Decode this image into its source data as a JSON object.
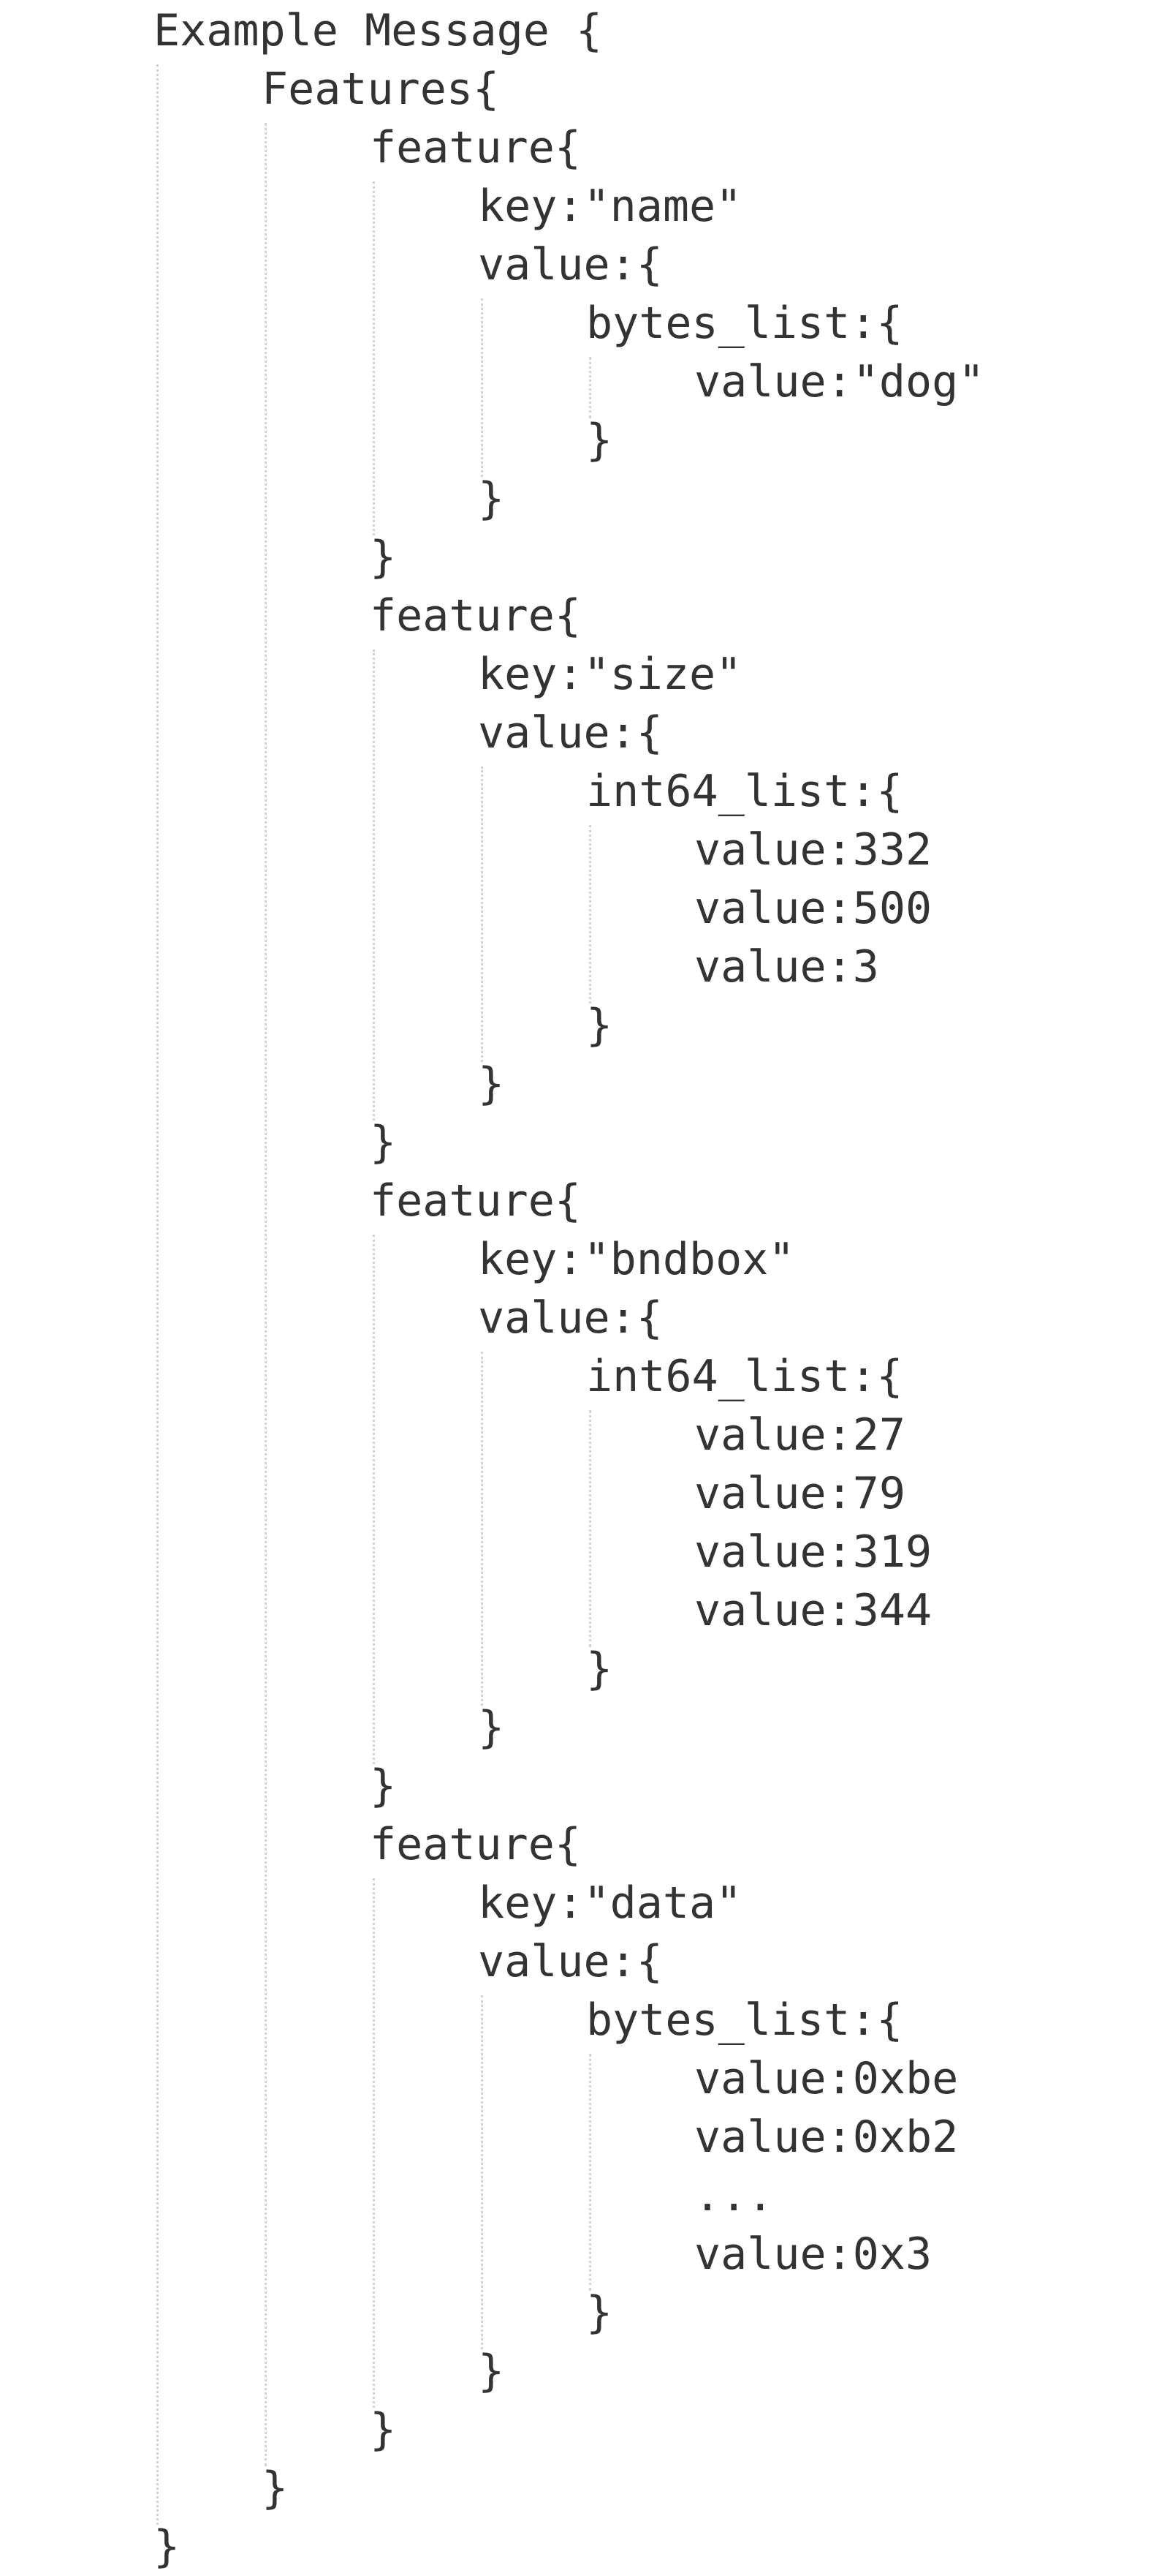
{
  "code": {
    "lines": [
      {
        "text": "Example Message {",
        "indent": 0
      },
      {
        "text": "Features{",
        "indent": 1
      },
      {
        "text": "feature{",
        "indent": 2
      },
      {
        "text": "key:\"name\"",
        "indent": 3
      },
      {
        "text": "value:{",
        "indent": 3
      },
      {
        "text": "bytes_list:{",
        "indent": 4
      },
      {
        "text": "value:\"dog\"",
        "indent": 5
      },
      {
        "text": "}",
        "indent": 4
      },
      {
        "text": "}",
        "indent": 3
      },
      {
        "text": "}",
        "indent": 2
      },
      {
        "text": "feature{",
        "indent": 2
      },
      {
        "text": "key:\"size\"",
        "indent": 3
      },
      {
        "text": "value:{",
        "indent": 3
      },
      {
        "text": "int64_list:{",
        "indent": 4
      },
      {
        "text": "value:332",
        "indent": 5
      },
      {
        "text": "value:500",
        "indent": 5
      },
      {
        "text": "value:3",
        "indent": 5
      },
      {
        "text": "}",
        "indent": 4
      },
      {
        "text": "}",
        "indent": 3
      },
      {
        "text": "}",
        "indent": 2
      },
      {
        "text": "feature{",
        "indent": 2
      },
      {
        "text": "key:\"bndbox\"",
        "indent": 3
      },
      {
        "text": "value:{",
        "indent": 3
      },
      {
        "text": "int64_list:{",
        "indent": 4
      },
      {
        "text": "value:27",
        "indent": 5
      },
      {
        "text": "value:79",
        "indent": 5
      },
      {
        "text": "value:319",
        "indent": 5
      },
      {
        "text": "value:344",
        "indent": 5
      },
      {
        "text": "}",
        "indent": 4
      },
      {
        "text": "}",
        "indent": 3
      },
      {
        "text": "}",
        "indent": 2
      },
      {
        "text": "feature{",
        "indent": 2
      },
      {
        "text": "key:\"data\"",
        "indent": 3
      },
      {
        "text": "value:{",
        "indent": 3
      },
      {
        "text": "bytes_list:{",
        "indent": 4
      },
      {
        "text": "value:0xbe",
        "indent": 5
      },
      {
        "text": "value:0xb2",
        "indent": 5
      },
      {
        "text": "...",
        "indent": 5
      },
      {
        "text": "value:0x3",
        "indent": 5
      },
      {
        "text": "}",
        "indent": 4
      },
      {
        "text": "}",
        "indent": 3
      },
      {
        "text": "}",
        "indent": 2
      },
      {
        "text": "}",
        "indent": 1
      },
      {
        "text": "}",
        "indent": 0
      }
    ]
  },
  "colors": {
    "text": "#333333",
    "guide": "#d2d2d2",
    "background": "#ffffff"
  }
}
